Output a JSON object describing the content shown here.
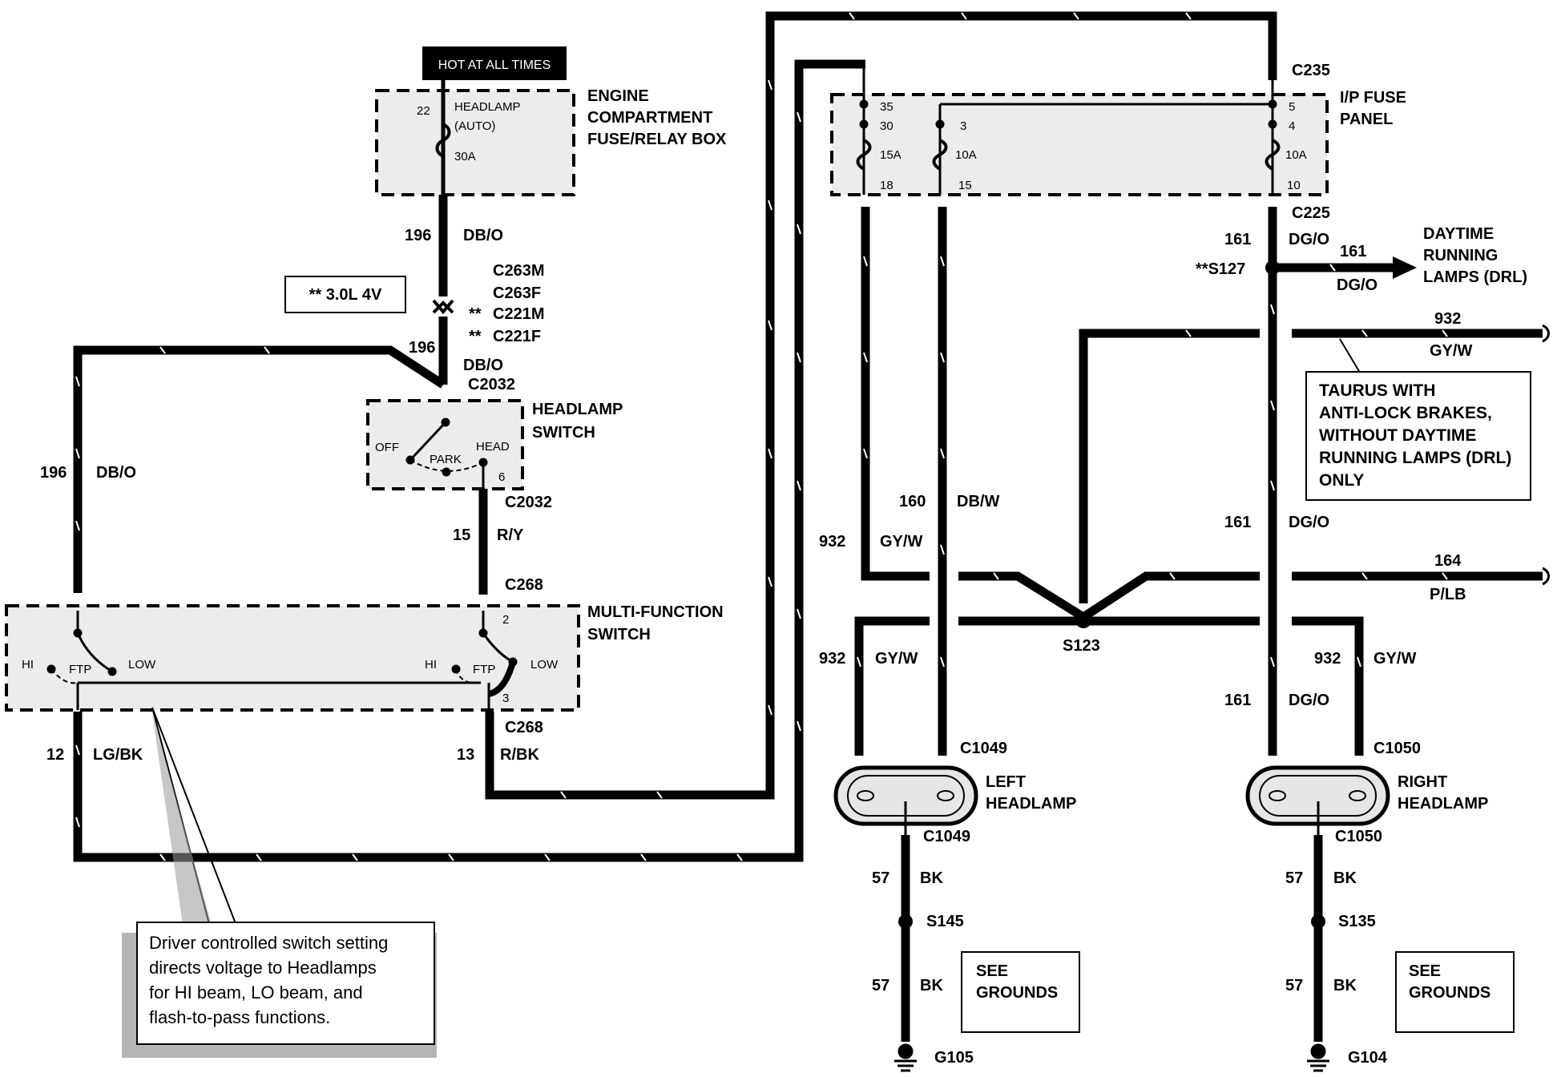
{
  "hot_label": "HOT AT ALL TIMES",
  "engine_box": {
    "title": [
      "ENGINE",
      "COMPARTMENT",
      "FUSE/RELAY BOX"
    ],
    "pin": "22",
    "fuse_name": [
      "HEADLAMP",
      "(AUTO)"
    ],
    "fuse_rating": "30A"
  },
  "ip_box": {
    "title": [
      "I/P FUSE",
      "PANEL"
    ],
    "pins": {
      "p35": "35",
      "p30": "30",
      "p18": "18",
      "p3": "3",
      "p15": "15",
      "p5": "5",
      "p4": "4",
      "p10": "10"
    },
    "ratings": {
      "f1": "15A",
      "f2": "10A",
      "f3": "10A"
    }
  },
  "engine_note": "**  3.0L 4V",
  "connectors": {
    "c263m": "C263M",
    "c263f": "C263F",
    "c221m": "C221M",
    "c221f": "C221F",
    "star": "**",
    "c2032_top": "C2032",
    "c2032_bot": "C2032",
    "c268_top": "C268",
    "c268_bot": "C268",
    "c235": "C235",
    "c225": "C225",
    "s127": "**S127",
    "s123": "S123",
    "c1049_top": "C1049",
    "c1049_bot": "C1049",
    "c1050_top": "C1050",
    "c1050_bot": "C1050",
    "s145": "S145",
    "s135": "S135",
    "g105": "G105",
    "g104": "G104"
  },
  "headlamp_switch": {
    "title": [
      "HEADLAMP",
      "SWITCH"
    ],
    "off": "OFF",
    "park": "PARK",
    "head": "HEAD",
    "pin": "6"
  },
  "mfs": {
    "title": [
      "MULTI-FUNCTION",
      "SWITCH"
    ],
    "hi": "HI",
    "ftp": "FTP",
    "low": "LOW",
    "pin2": "2",
    "pin3": "3"
  },
  "wires": {
    "w196a": {
      "num": "196",
      "color": "DB/O"
    },
    "w196b": {
      "num": "196",
      "color": "DB/O"
    },
    "w196c": {
      "num": "196",
      "color": "DB/O"
    },
    "w15": {
      "num": "15",
      "color": "R/Y"
    },
    "w12": {
      "num": "12",
      "color": "LG/BK"
    },
    "w13": {
      "num": "13",
      "color": "R/BK"
    },
    "w161a": {
      "num": "161",
      "color": "DG/O"
    },
    "w161drl": {
      "num": "161",
      "color": "DG/O"
    },
    "w161b": {
      "num": "161",
      "color": "DG/O"
    },
    "w161c": {
      "num": "161",
      "color": "DG/O"
    },
    "w932a": {
      "num": "932",
      "color": "GY/W"
    },
    "w932b": {
      "num": "932",
      "color": "GY/W"
    },
    "w932c": {
      "num": "932",
      "color": "GY/W"
    },
    "w932d": {
      "num": "932",
      "color": "GY/W"
    },
    "w160": {
      "num": "160",
      "color": "DB/W"
    },
    "w164": {
      "num": "164",
      "color": "P/LB"
    },
    "w57a": {
      "num": "57",
      "color": "BK"
    },
    "w57b": {
      "num": "57",
      "color": "BK"
    },
    "w57c": {
      "num": "57",
      "color": "BK"
    },
    "w57d": {
      "num": "57",
      "color": "BK"
    }
  },
  "drl": [
    "DAYTIME",
    "RUNNING",
    "LAMPS (DRL)"
  ],
  "taurus_note": [
    "TAURUS  WITH",
    "ANTI-LOCK BRAKES,",
    "WITHOUT DAYTIME",
    "RUNNING LAMPS (DRL)",
    "ONLY"
  ],
  "left_headlamp": [
    "LEFT",
    "HEADLAMP"
  ],
  "right_headlamp": [
    "RIGHT",
    "HEADLAMP"
  ],
  "see_grounds": [
    "SEE",
    "GROUNDS"
  ],
  "callout": [
    "Driver controlled switch setting",
    "directs voltage to Headlamps",
    "for HI beam, LO beam, and",
    "flash-to-pass functions."
  ]
}
